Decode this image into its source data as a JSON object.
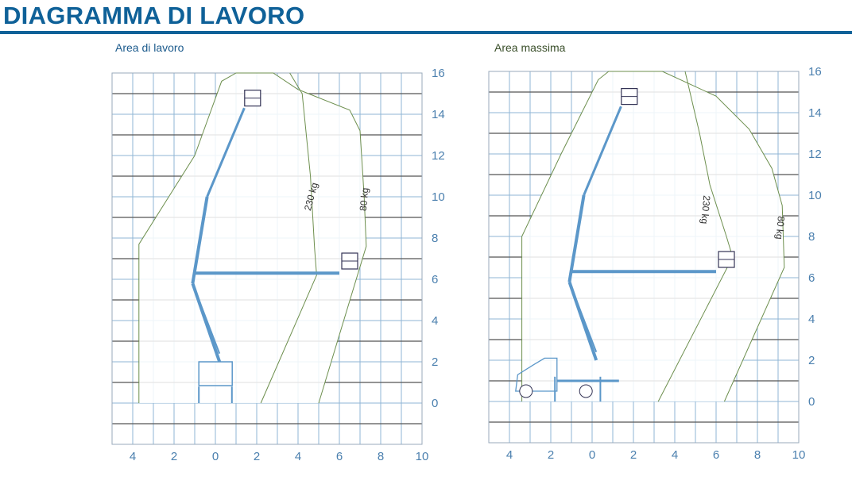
{
  "title": "DIAGRAMMA DI LAVORO",
  "diagrams": [
    {
      "subtitle": "Area di lavoro",
      "x_ticks": [
        "4",
        "2",
        "0",
        "2",
        "4",
        "6",
        "8",
        "10"
      ],
      "y_ticks": [
        "16",
        "14",
        "12",
        "10",
        "8",
        "6",
        "4",
        "2",
        "0"
      ],
      "load_labels": [
        "230 kg",
        "80 kg"
      ]
    },
    {
      "subtitle": "Area massima",
      "x_ticks": [
        "4",
        "2",
        "0",
        "2",
        "4",
        "6",
        "8",
        "10"
      ],
      "y_ticks": [
        "16",
        "14",
        "12",
        "10",
        "8",
        "6",
        "4",
        "2",
        "0"
      ],
      "load_labels": [
        "230 kg",
        "80 kg"
      ]
    }
  ],
  "colors": {
    "brand": "#0f6198",
    "grid_blue": "#8fb6d6",
    "grid_dark": "#555555",
    "envelope": "#6d8f4e",
    "machine": "#5b97c9"
  }
}
